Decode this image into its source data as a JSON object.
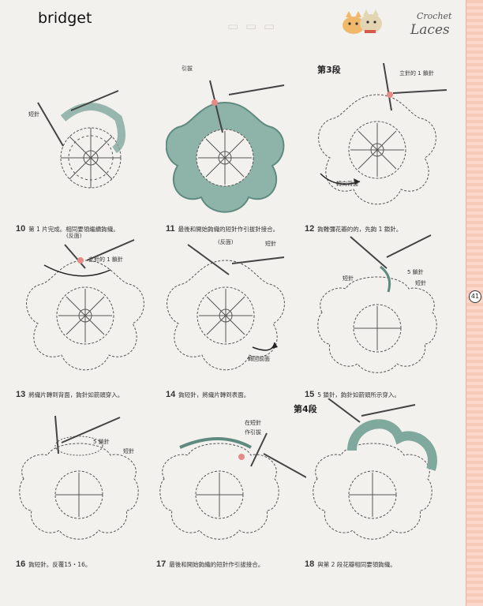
{
  "header": {
    "brand": "bridget",
    "logo_line1": "Crochet",
    "logo_line2": "Laces"
  },
  "page_number": "41",
  "section_labels": {
    "round3": "第3段",
    "round4": "第4段"
  },
  "colors": {
    "accent_yarn": "#7fa99d",
    "pink_marker": "#e58a86",
    "page_edge": "#f6c9b8"
  },
  "steps": [
    {
      "num": "10",
      "caption": "第 1 片完成。相同要領繼續鉤織。",
      "labels": [
        "短針"
      ]
    },
    {
      "num": "11",
      "caption": "最後和開始鉤織的短針作引拔針接合。",
      "labels": [
        "引拔"
      ]
    },
    {
      "num": "12",
      "caption": "鉤難彌花瓣的的，先鉤 1 鎖針。",
      "labels": [
        "立針的 1 鎖針",
        "轉向背面"
      ]
    },
    {
      "num": "13",
      "caption": "將織片轉到背面，鉤針如箭頭穿入。",
      "labels": [
        "(反面)",
        "立針的 1 鎖針"
      ]
    },
    {
      "num": "14",
      "caption": "鉤短針，將織片轉到表面。",
      "labels": [
        "(反面)",
        "短針",
        "轉回前面"
      ]
    },
    {
      "num": "15",
      "caption": "5 鎖針，鉤針如箭頭所示穿入。",
      "labels": [
        "短針",
        "5 鎖針",
        "短針"
      ]
    },
    {
      "num": "16",
      "caption": "鉤短針。反覆15・16。",
      "labels": [
        "5 鎖針",
        "短針"
      ]
    },
    {
      "num": "17",
      "caption": "最後和開始鉤織的短針作引拔接合。",
      "labels": [
        "在短針",
        "作引拔"
      ]
    },
    {
      "num": "18",
      "caption": "與第 2 段花瓣相同要領鉤織。",
      "labels": []
    }
  ]
}
